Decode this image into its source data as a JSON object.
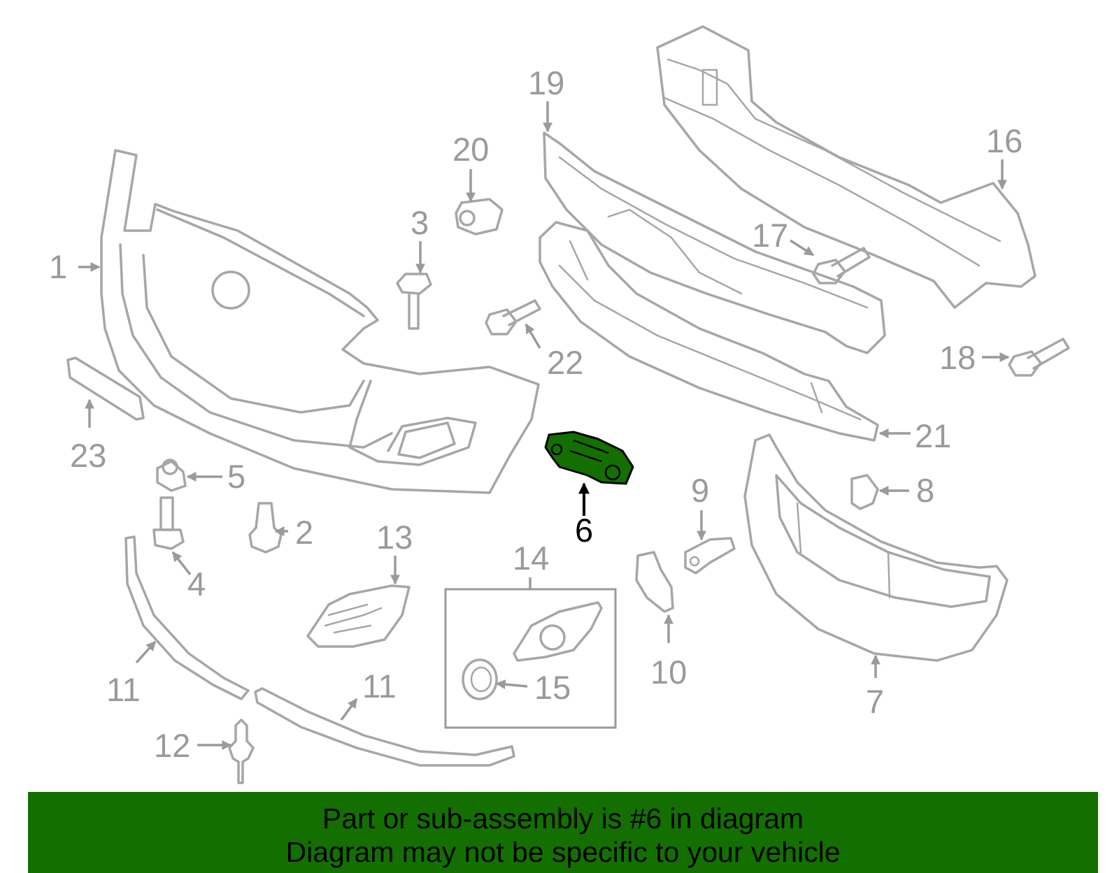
{
  "highlight_color": "#137000",
  "part_labels": [
    {
      "id": "1",
      "text": "1"
    },
    {
      "id": "2",
      "text": "2"
    },
    {
      "id": "3",
      "text": "3"
    },
    {
      "id": "4",
      "text": "4"
    },
    {
      "id": "5",
      "text": "5"
    },
    {
      "id": "6",
      "text": "6",
      "highlighted": true
    },
    {
      "id": "7",
      "text": "7"
    },
    {
      "id": "8",
      "text": "8"
    },
    {
      "id": "9",
      "text": "9"
    },
    {
      "id": "10",
      "text": "10"
    },
    {
      "id": "11a",
      "text": "11"
    },
    {
      "id": "11b",
      "text": "11"
    },
    {
      "id": "12",
      "text": "12"
    },
    {
      "id": "13",
      "text": "13"
    },
    {
      "id": "14",
      "text": "14"
    },
    {
      "id": "15",
      "text": "15"
    },
    {
      "id": "16",
      "text": "16"
    },
    {
      "id": "17",
      "text": "17"
    },
    {
      "id": "18",
      "text": "18"
    },
    {
      "id": "19",
      "text": "19"
    },
    {
      "id": "20",
      "text": "20"
    },
    {
      "id": "21",
      "text": "21"
    },
    {
      "id": "22",
      "text": "22"
    },
    {
      "id": "23",
      "text": "23"
    }
  ],
  "banner": {
    "line1": "Part or sub-assembly is #6 in diagram",
    "line2": "Diagram may not be specific to your vehicle"
  }
}
